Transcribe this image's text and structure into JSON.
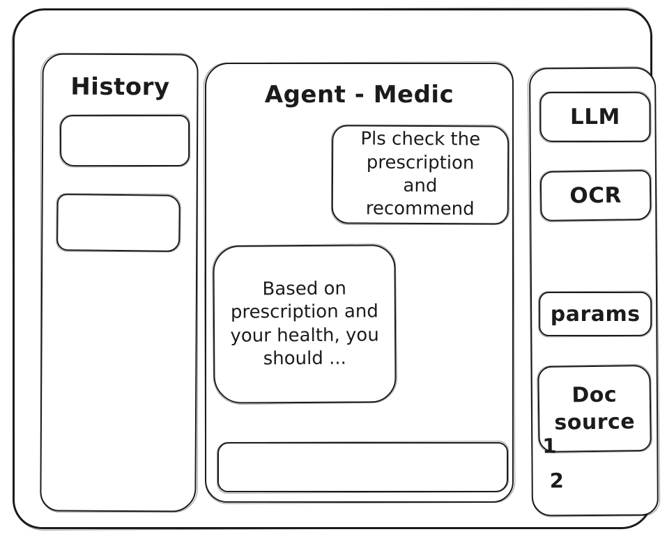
{
  "theme": {
    "ink": "#1b1b1b",
    "background": "#ffffff"
  },
  "history": {
    "title": "History",
    "items": [
      "",
      ""
    ]
  },
  "chat": {
    "title": "Agent - Medic",
    "messages": [
      {
        "role": "user",
        "text": "Pls check the prescription and recommend"
      },
      {
        "role": "assistant",
        "text": "Based on prescription and your health, you should ..."
      }
    ],
    "input_value": ""
  },
  "tools": {
    "items": [
      {
        "label": "LLM"
      },
      {
        "label": "OCR"
      },
      {
        "label": "params"
      },
      {
        "label": "Doc source"
      }
    ],
    "doc_source_items": [
      "1",
      "2"
    ]
  }
}
